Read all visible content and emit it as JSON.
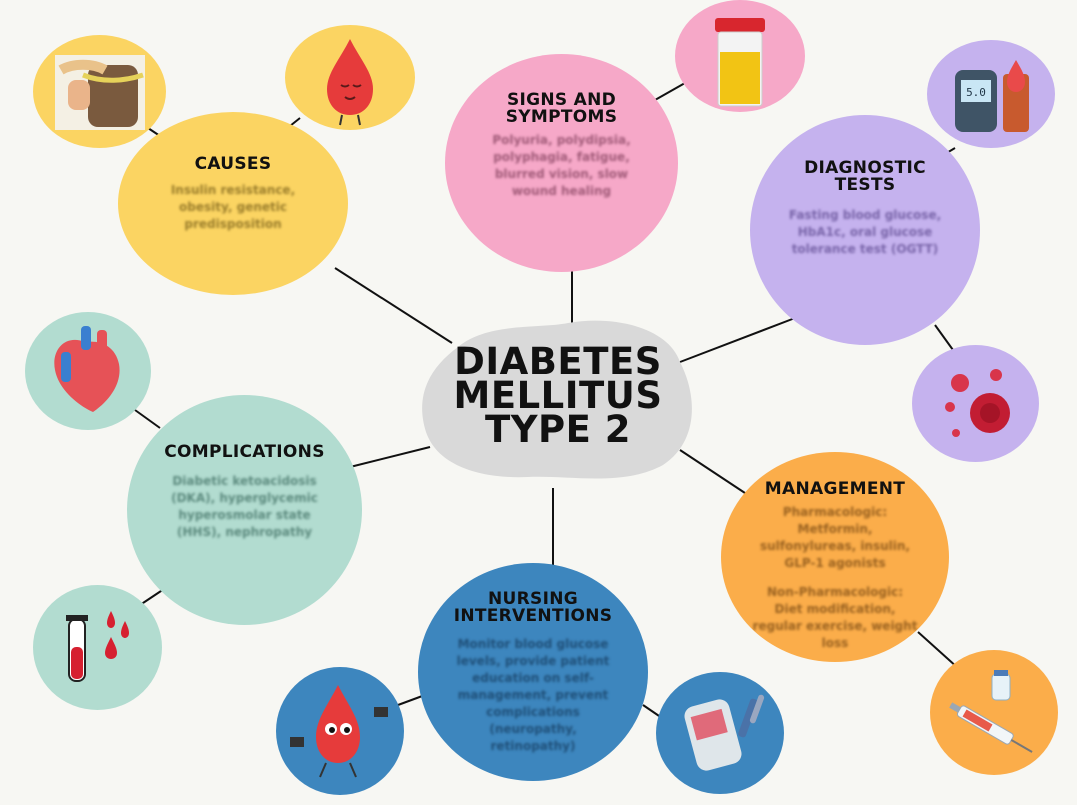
{
  "center": {
    "title_lines": [
      "DIABETES",
      "MELLITUS",
      "TYPE 2"
    ]
  },
  "branches": {
    "causes": {
      "title": "CAUSES",
      "body": "Insulin resistance, obesity, genetic predisposition",
      "color": "#fbd462"
    },
    "signs": {
      "title_lines": [
        "SIGNS AND",
        "SYMPTOMS"
      ],
      "body": "Polyuria, polydipsia, polyphagia, fatigue, blurred vision, slow wound healing",
      "color": "#f6a8c8"
    },
    "diagnostic": {
      "title_lines": [
        "DIAGNOSTIC",
        "TESTS"
      ],
      "body": "Fasting blood glucose, HbA1c, oral glucose tolerance test (OGTT)",
      "color": "#c5b2ee"
    },
    "complications": {
      "title": "COMPLICATIONS",
      "body": "Diabetic ketoacidosis (DKA), hyperglycemic hyperosmolar state (HHS), nephropathy",
      "color": "#b2dcd0"
    },
    "management": {
      "title": "MANAGEMENT",
      "body_pharm": "Pharmacologic: Metformin, sulfonylureas, insulin, GLP-1 agonists",
      "body_nonpharm": "Non-Pharmacologic: Diet modification, regular exercise, weight loss",
      "color": "#fbad4a"
    },
    "nursing": {
      "title_lines": [
        "NURSING",
        "INTERVENTIONS"
      ],
      "body": "Monitor blood glucose levels, provide patient education on self-management, prevent complications (neuropathy, retinopathy)",
      "color": "#3d86be"
    }
  },
  "icons": [
    {
      "name": "waist-measure-icon",
      "color": "#fbd462"
    },
    {
      "name": "blood-drop-character-icon",
      "color": "#fbd462"
    },
    {
      "name": "urine-sample-icon",
      "color": "#f6a8c8"
    },
    {
      "name": "glucometer-icon",
      "color": "#c5b2ee"
    },
    {
      "name": "blood-cells-icon",
      "color": "#c5b2ee"
    },
    {
      "name": "heart-icon",
      "color": "#b2dcd0"
    },
    {
      "name": "blood-test-tube-icon",
      "color": "#b2dcd0"
    },
    {
      "name": "exercise-drop-icon",
      "color": "#3d86be"
    },
    {
      "name": "glucose-meter-device-icon",
      "color": "#3d86be"
    },
    {
      "name": "insulin-syringe-icon",
      "color": "#fbad4a"
    }
  ]
}
